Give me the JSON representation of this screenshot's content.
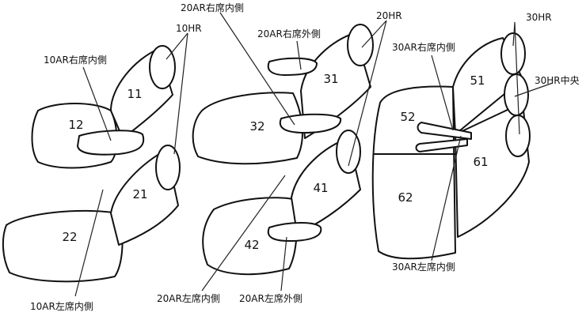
{
  "labels": {
    "ar20_right_inner": "20AR右席内側",
    "hr10": "10HR",
    "ar10_right_inner": "10AR右席内側",
    "ar20_right_outer": "20AR右席外側",
    "hr20": "20HR",
    "ar30_right_inner": "30AR右席内側",
    "hr30": "30HR",
    "hr30_center": "30HR中央",
    "ar30_left_inner": "30AR左席内側",
    "ar10_left_inner": "10AR左席内側",
    "ar20_left_inner": "20AR左席内側",
    "ar20_left_outer": "20AR左席外側"
  },
  "parts": {
    "p11": "11",
    "p12": "12",
    "p21": "21",
    "p22": "22",
    "p31": "31",
    "p32": "32",
    "p41": "41",
    "p42": "42",
    "p51": "51",
    "p52": "52",
    "p61": "61",
    "p62": "62"
  }
}
